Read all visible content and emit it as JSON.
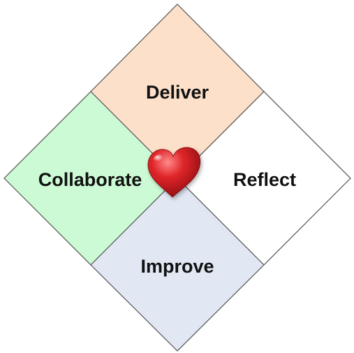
{
  "quadrants": {
    "top": {
      "label": "Deliver",
      "color": "#fde0c9"
    },
    "left": {
      "label": "Collaborate",
      "color": "#ccfad4"
    },
    "right": {
      "label": "Reflect",
      "color": "#ffffff"
    },
    "bottom": {
      "label": "Improve",
      "color": "#e1e7f3"
    }
  },
  "center": {
    "icon": "heart-icon",
    "color": "#c41a1a"
  },
  "outline_color": "#555555"
}
